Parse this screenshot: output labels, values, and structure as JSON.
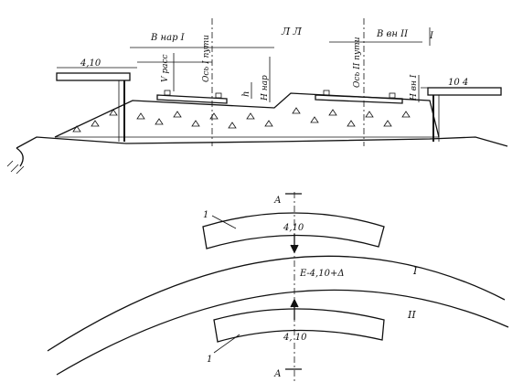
{
  "section": {
    "label_top": "Л Л",
    "w_outer": "B нар I",
    "w_inner": "B вн II",
    "h_small": "h",
    "h_outer": "H нар",
    "h_inner": "H вн I",
    "v_rast": "V расс",
    "axis_1": "Ось I пути",
    "axis_2": "Ось II пути",
    "dim_left": "4,10",
    "dim_right": "10 4",
    "edge_mark": "I"
  },
  "plan": {
    "cut_top": "А",
    "cut_bottom": "А",
    "dist_top": "4,10",
    "dist_bottom": "4, 10",
    "formula": "Е-4,10+Δ",
    "track_1": "I",
    "track_2": "II",
    "platform_top": "1",
    "platform_bottom": "1"
  },
  "colors": {
    "ink": "#111111",
    "background": "#ffffff"
  }
}
